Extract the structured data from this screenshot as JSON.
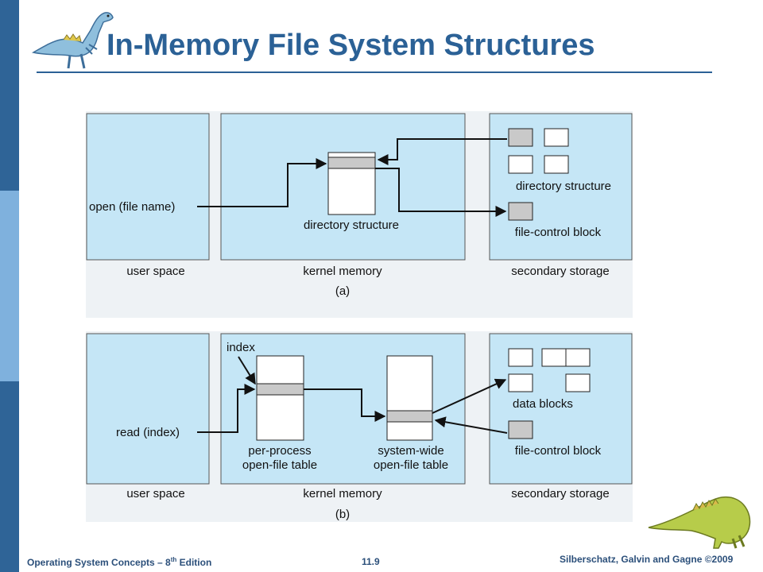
{
  "slide": {
    "title": "In-Memory File System Structures"
  },
  "figure_a": {
    "user_space_label": "user space",
    "kernel_memory_label": "kernel memory",
    "secondary_storage_label": "secondary storage",
    "caption": "(a)",
    "open_call": "open (file name)",
    "kernel_directory_label": "directory structure",
    "storage_directory_label": "directory structure",
    "fcb_label": "file-control block"
  },
  "figure_b": {
    "user_space_label": "user space",
    "kernel_memory_label": "kernel memory",
    "secondary_storage_label": "secondary storage",
    "caption": "(b)",
    "read_call": "read (index)",
    "index_label": "index",
    "per_process_line1": "per-process",
    "per_process_line2": "open-file table",
    "system_wide_line1": "system-wide",
    "system_wide_line2": "open-file table",
    "data_blocks_label": "data blocks",
    "fcb_label": "file-control block"
  },
  "footer": {
    "left_prefix": "Operating System Concepts – 8",
    "left_sup": "th",
    "left_suffix": " Edition",
    "page": "11.9",
    "right": "Silberschatz, Galvin and Gagne ©2009"
  },
  "colors": {
    "brand_blue": "#2b6196",
    "panel_fill": "#c5e6f6",
    "panel_bg": "#eef2f5",
    "highlight": "#c9c9c9"
  }
}
